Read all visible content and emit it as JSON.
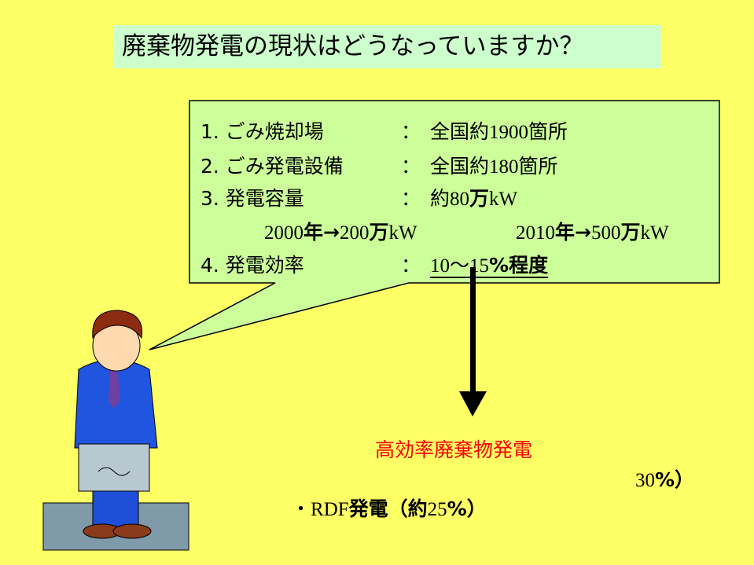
{
  "title": "廃棄物発電の現状はどうなっていますか？",
  "items": [
    {
      "label": "1. ごみ焼却場",
      "sep": "：",
      "value_pre": "全国約",
      "value_num": "1900",
      "value_post": "箇所"
    },
    {
      "label": "2. ごみ発電設備",
      "sep": "：",
      "value_pre": "全国約",
      "value_num": "180",
      "value_post": "箇所"
    },
    {
      "label": "3. 発電容量",
      "sep": "：",
      "value_pre": "約",
      "value_num": "80",
      "value_post": "万",
      "value_unit": "kW"
    },
    {
      "label": "4. 発電効率",
      "sep": "：",
      "value_num": "10〜15",
      "value_post": "%程度"
    }
  ],
  "forecast": [
    {
      "year": "2000",
      "yearunit": "年→",
      "num": "200",
      "man": "万",
      "unit": "kW"
    },
    {
      "year": "2010",
      "yearunit": "年→",
      "num": "500",
      "man": "万",
      "unit": "kW"
    }
  ],
  "high_eff": {
    "label": "高効率廃棄物発電",
    "value": "30",
    "pct": "%）"
  },
  "rdf": {
    "bullet": "・",
    "prefix": "RDF",
    "label": "発電（約",
    "value": "25",
    "pct": "%）"
  },
  "colors": {
    "background": "#FFFF66",
    "title_box": "#CCFFCC",
    "callout": "#CCFF99",
    "highlight": "#FF0000"
  }
}
